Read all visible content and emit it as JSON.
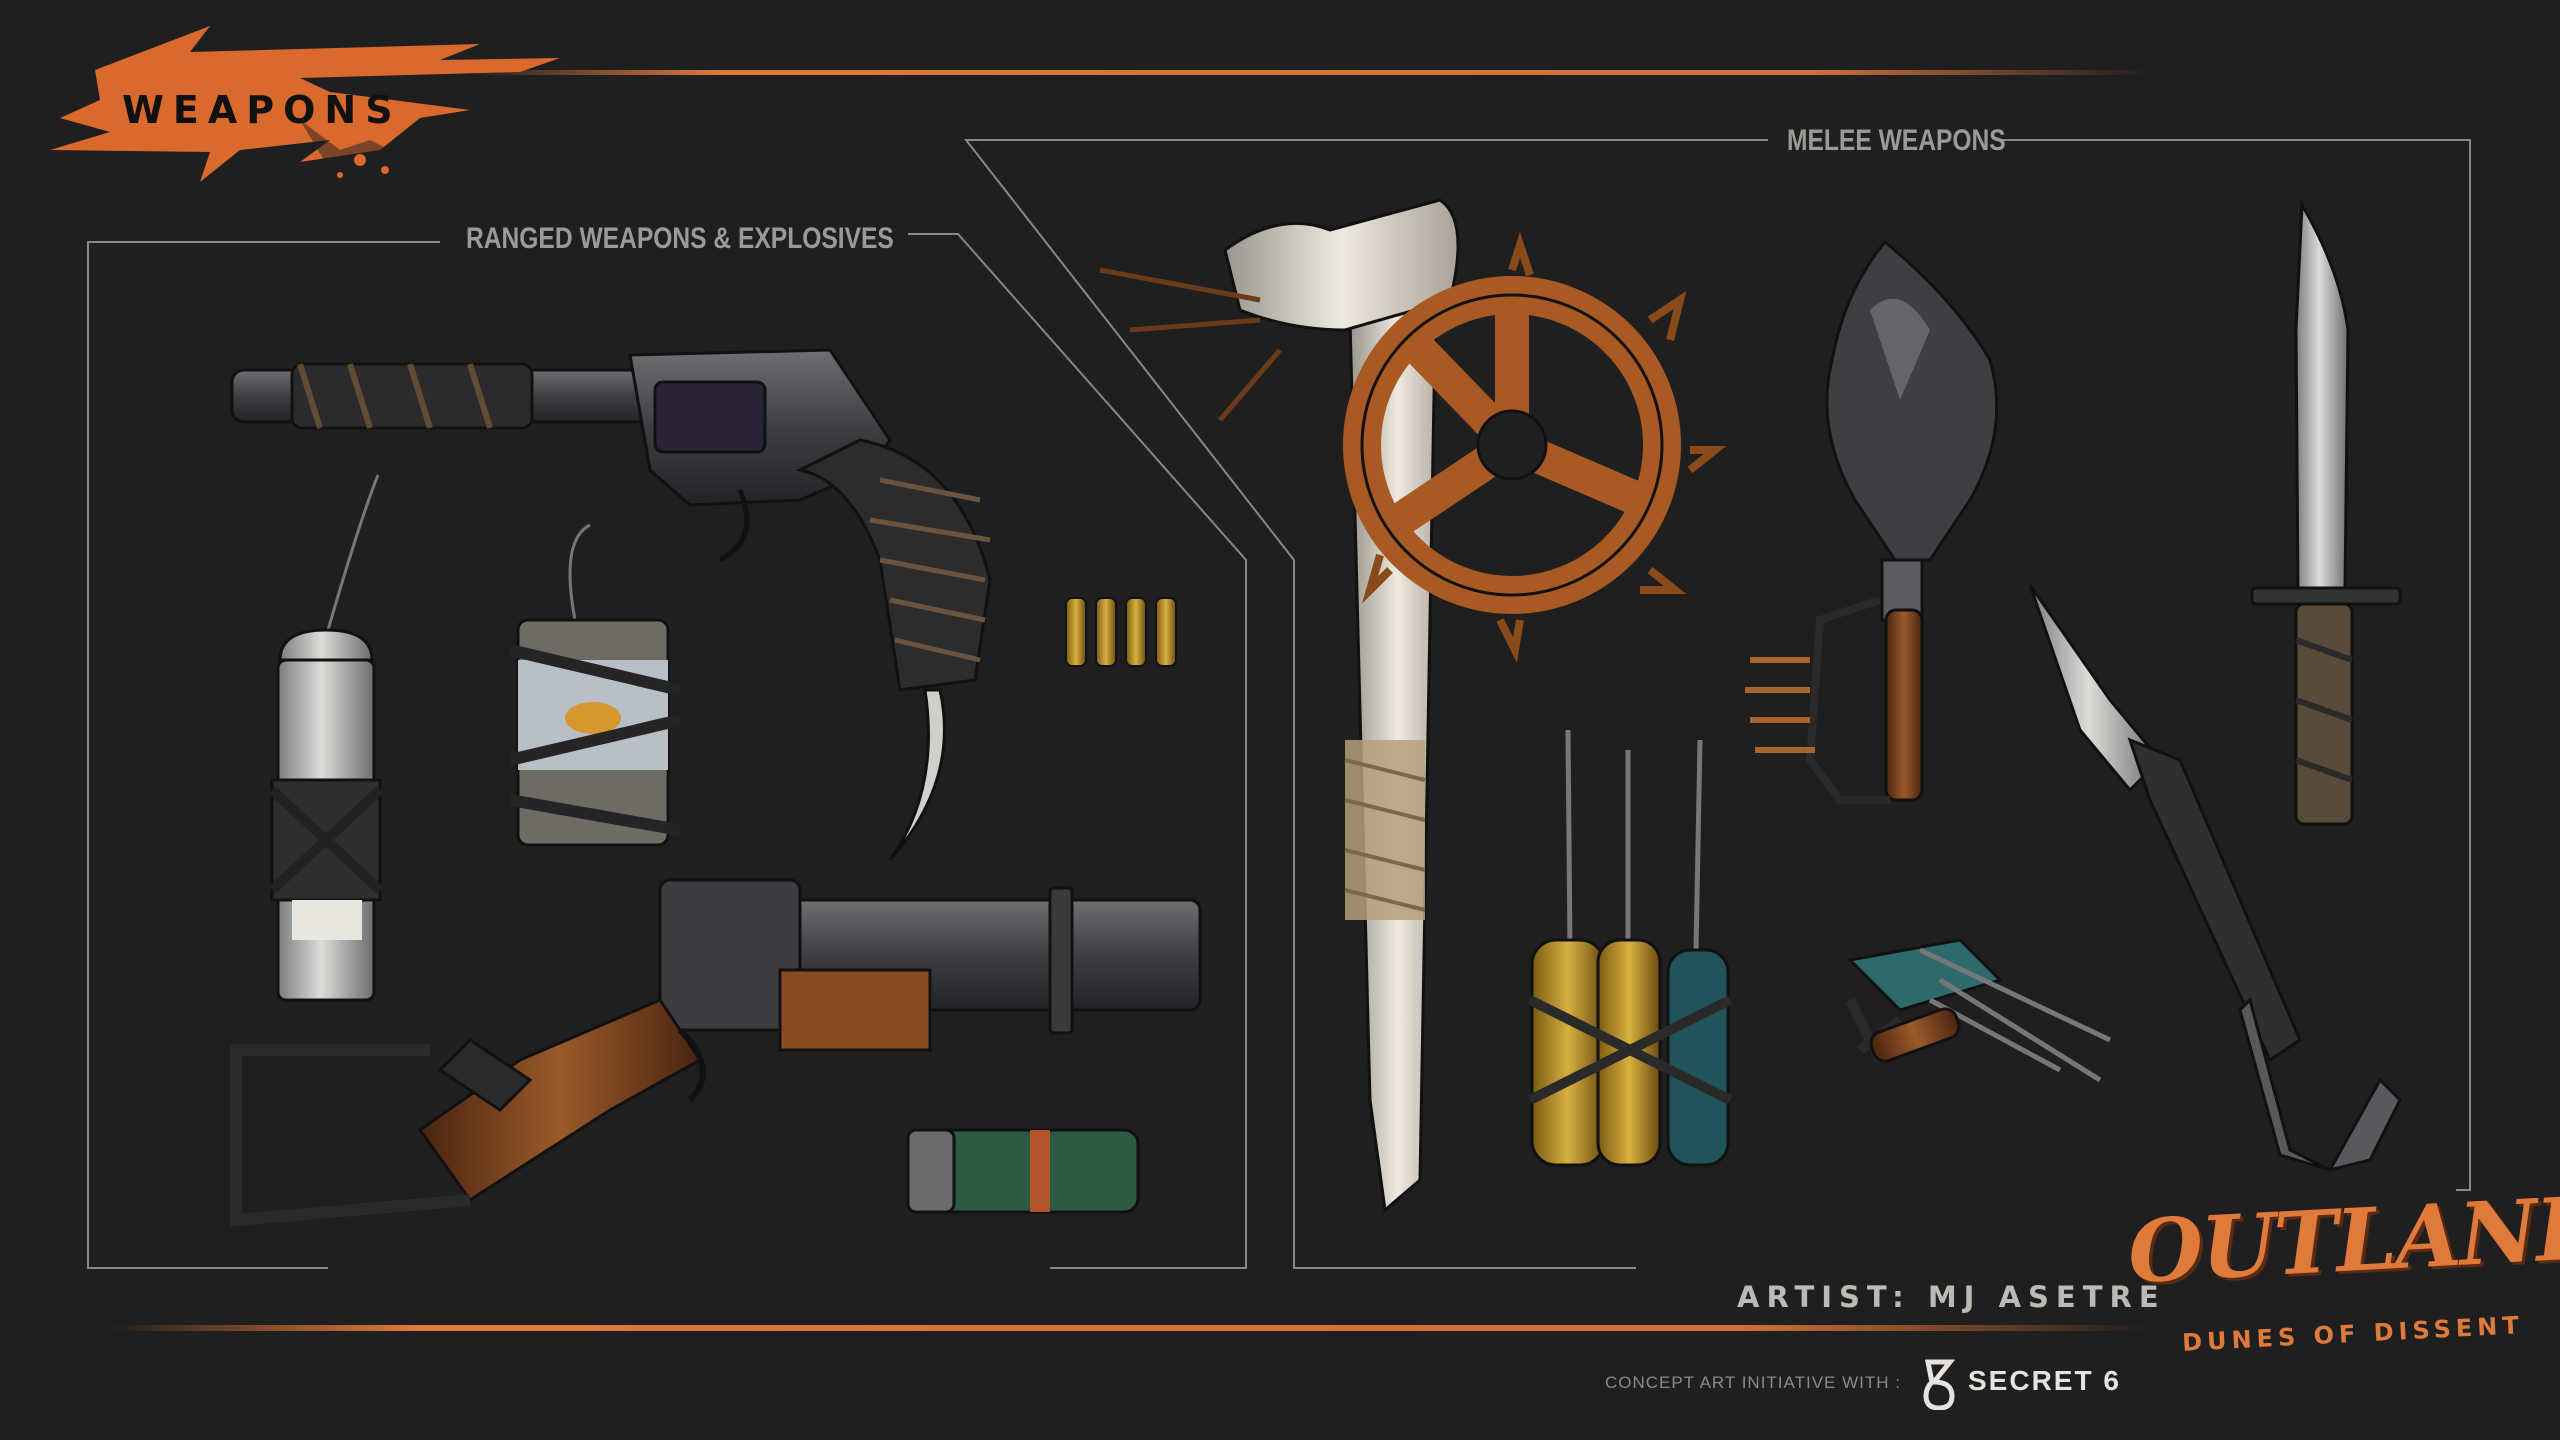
{
  "header": {
    "title": "WEAPONS"
  },
  "sections": {
    "ranged_label": "RANGED WEAPONS & EXPLOSIVES",
    "melee_label": "MELEE WEAPONS"
  },
  "credits": {
    "artist": "ARTIST: MJ ASETRE",
    "initiative": "CONCEPT ART INITIATIVE WITH :",
    "partner": "SECRET 6"
  },
  "logo": {
    "title": "OUTLANDS",
    "subtitle": "DUNES OF DISSENT"
  },
  "colors": {
    "background": "#1f1f20",
    "accent": "#e07a3a",
    "frame_lines": "#8a8884"
  },
  "items": {
    "ranged": [
      "revolver-with-blade-grip",
      "bullets",
      "pipe-bomb",
      "can-bomb",
      "pipe-shotgun",
      "shell"
    ],
    "melee": [
      "bone-gear-club",
      "shovel-spear",
      "screwdrivers",
      "screwdriver-bundle",
      "combat-knife",
      "wrench-blade"
    ]
  }
}
